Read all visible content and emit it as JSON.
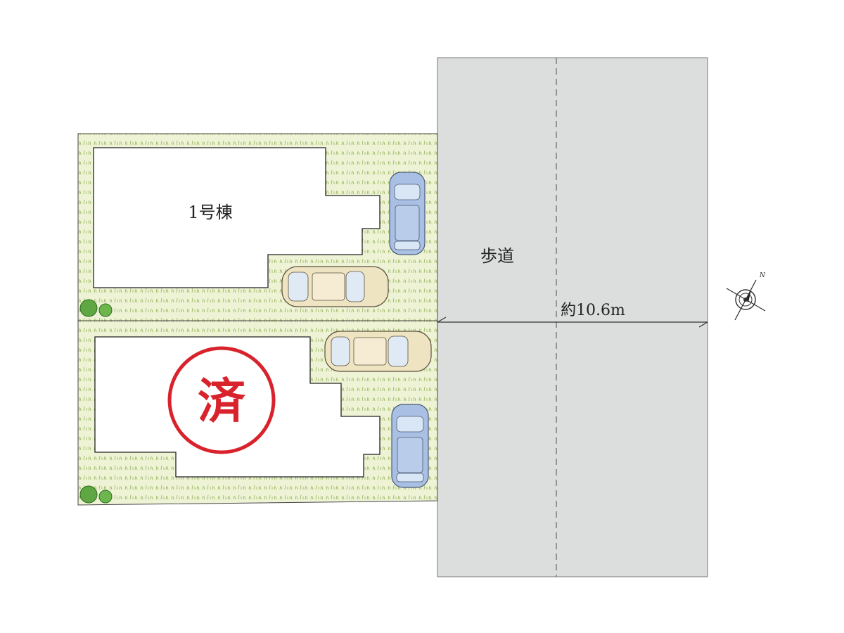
{
  "lots": [
    {
      "label": "1号棟",
      "status": ""
    },
    {
      "label": "",
      "status": "済"
    }
  ],
  "road": {
    "sidewalk_label": "歩道",
    "width_label": "約10.6m"
  },
  "colors": {
    "lawn": "#eef3d6",
    "lawn_stroke": "#b9cc86",
    "road": "#dcdddd",
    "stamp": "#d9232c",
    "car_blue": "#a9c0e4",
    "car_beige": "#efe4c2"
  },
  "compass": {
    "north_label": "N"
  }
}
